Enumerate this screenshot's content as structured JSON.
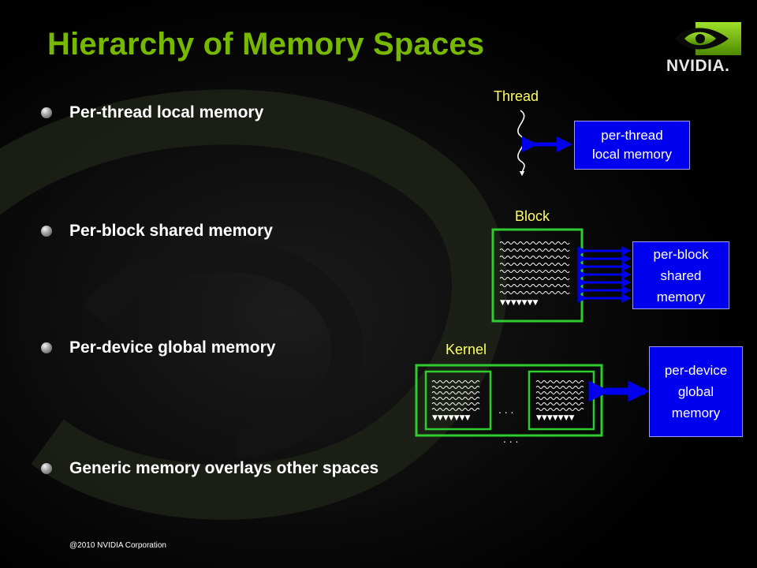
{
  "title": "Hierarchy of Memory Spaces",
  "logo": {
    "text": "NVIDIA."
  },
  "bullets": [
    "Per-thread local memory",
    "Per-block shared memory",
    "Per-device global memory",
    "Generic memory overlays other spaces"
  ],
  "diagram": {
    "thread_label": "Thread",
    "block_label": "Block",
    "kernel_label": "Kernel",
    "ellipsis": ". . .",
    "local_memory": [
      "per-thread",
      "local memory"
    ],
    "shared_memory": [
      "per-block",
      "shared",
      "memory"
    ],
    "global_memory": [
      "per-device",
      "global",
      "memory"
    ]
  },
  "footer": "@2010 NVIDIA Corporation",
  "colors": {
    "accent": "#76b900",
    "label": "#ffff66",
    "memory_box": "#0000ee",
    "block_border": "#2ecc2e",
    "arrow": "#0000ee"
  }
}
